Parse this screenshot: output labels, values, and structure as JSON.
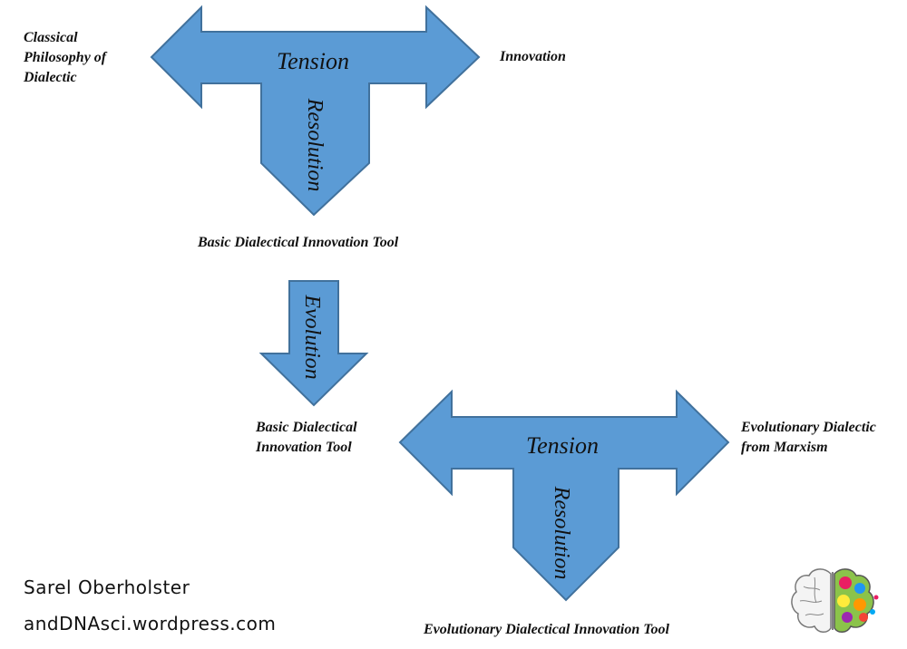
{
  "diagram": {
    "top": {
      "left_label": "Classical Philosophy of Dialectic",
      "left_label_lines": [
        "Classical",
        "Philosophy of",
        "Dialectic"
      ],
      "right_label": "Innovation",
      "tension_label": "Tension",
      "resolution_label": "Resolution",
      "result_label": "Basic Dialectical Innovation Tool"
    },
    "middle": {
      "evolution_label": "Evolution"
    },
    "bottom": {
      "left_label_lines": [
        "Basic Dialectical",
        "Innovation Tool"
      ],
      "right_label_lines": [
        "Evolutionary Dialectic",
        "from Marxism"
      ],
      "tension_label": "Tension",
      "resolution_label": "Resolution",
      "result_label": "Evolutionary Dialectical Innovation Tool"
    }
  },
  "footer": {
    "author": "Sarel Oberholster",
    "website": "andDNAsci.wordpress.com"
  },
  "colors": {
    "arrow_fill": "#5b9bd5",
    "arrow_stroke": "#41719c"
  },
  "icons": [
    "brain-logo-icon"
  ]
}
